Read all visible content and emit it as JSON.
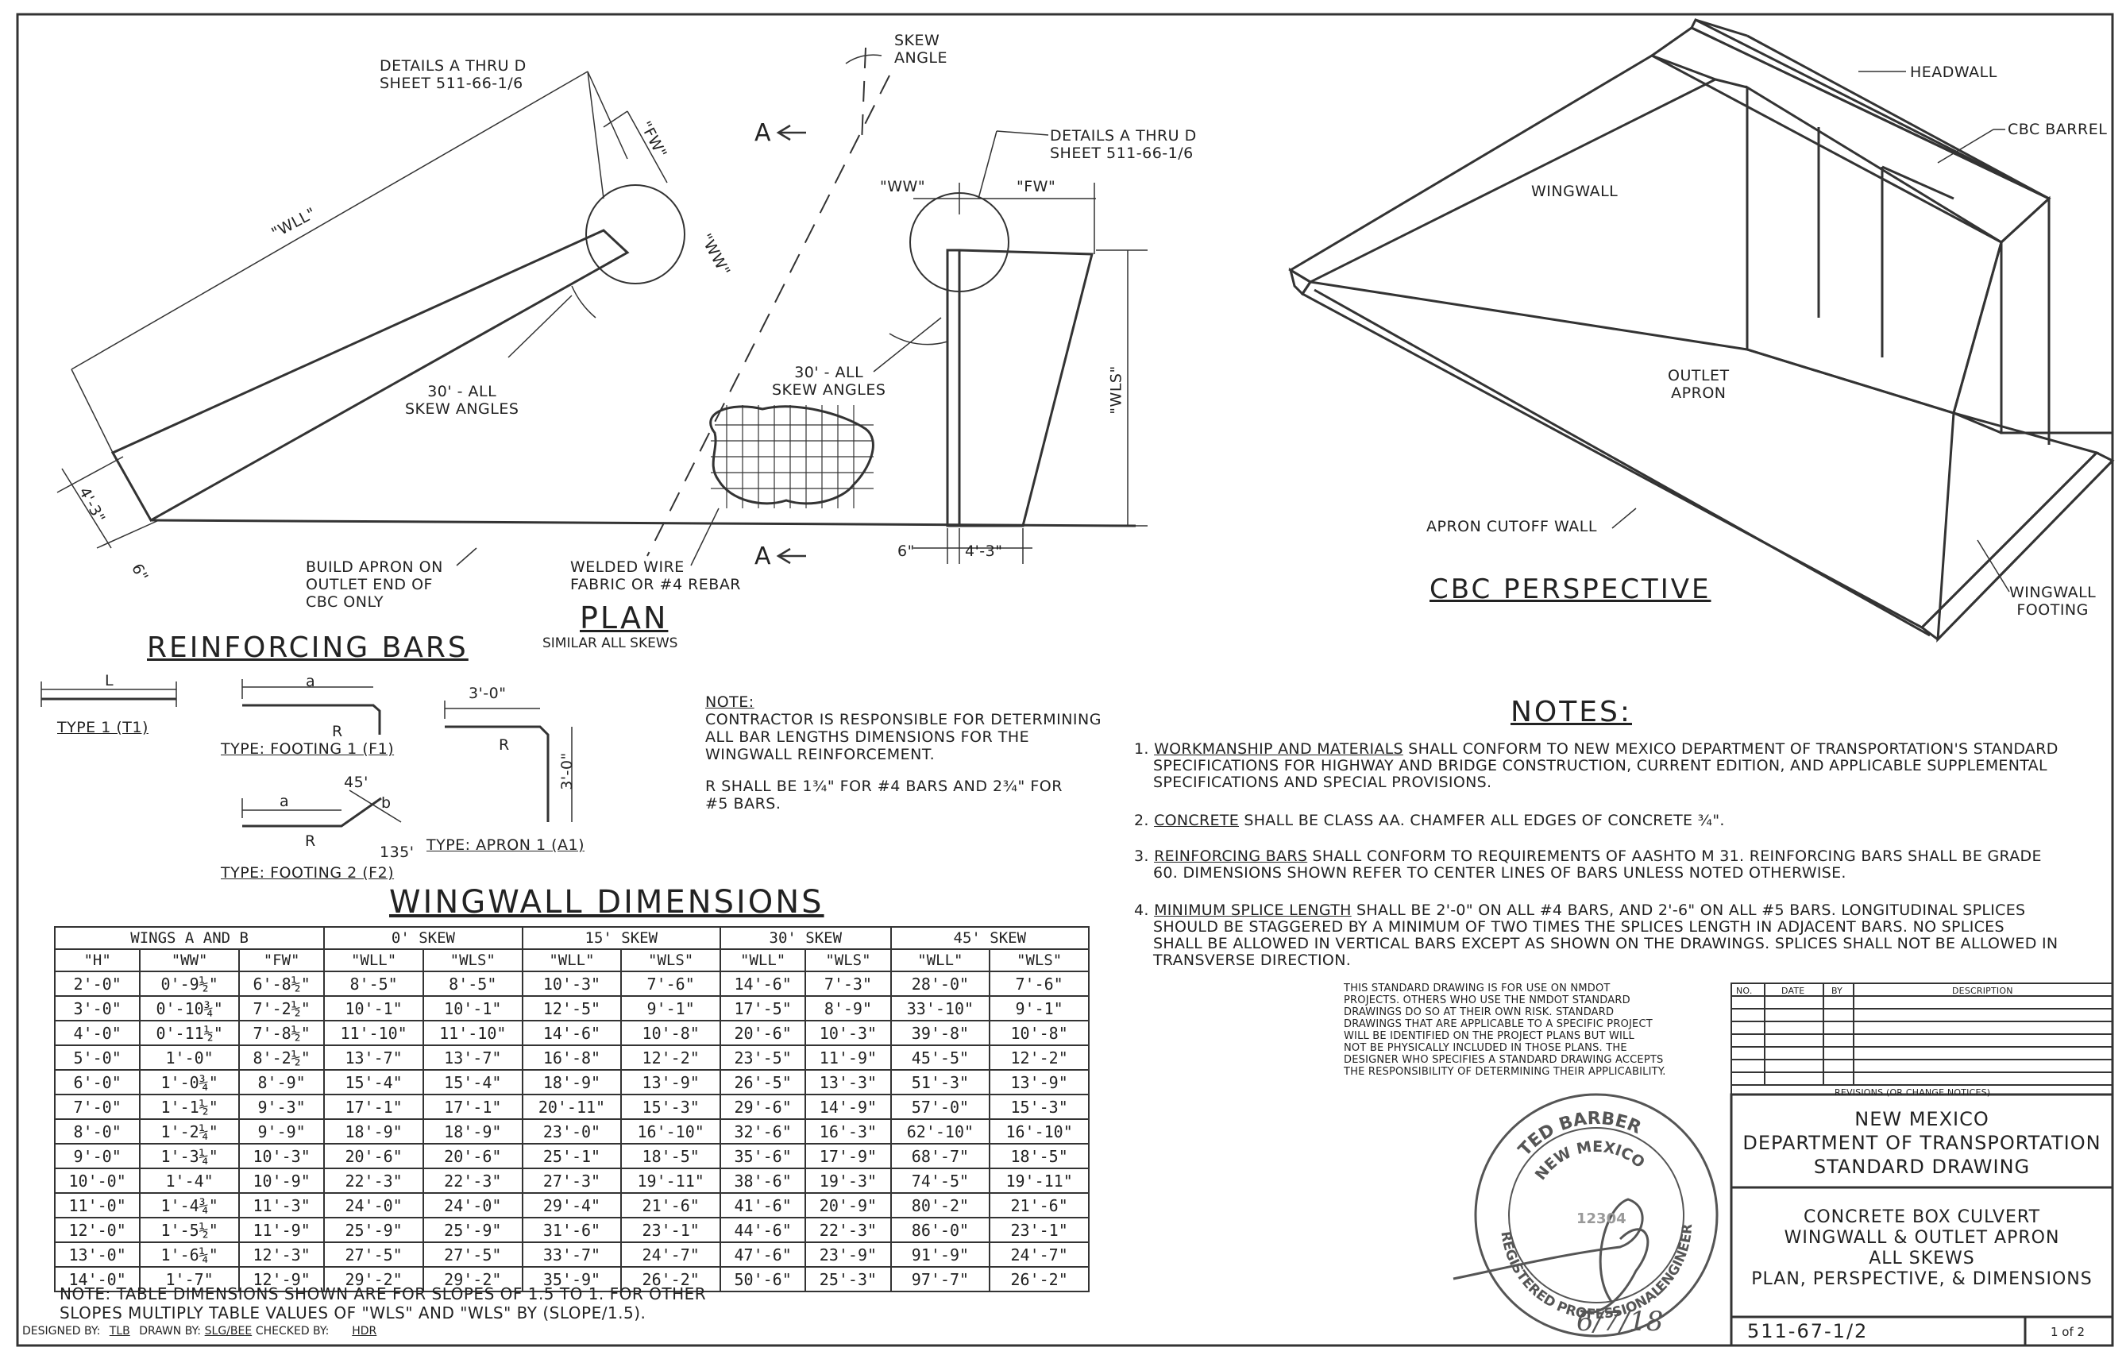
{
  "plan": {
    "skew_angle": [
      "SKEW",
      "ANGLE"
    ],
    "details_left": [
      "DETAILS A THRU D",
      "SHEET 511-66-1/6"
    ],
    "details_right": [
      "DETAILS A THRU D",
      "SHEET 511-66-1/6"
    ],
    "wll": "\"WLL\"",
    "fw_left": "\"FW\"",
    "ww_left": "\"WW\"",
    "ww_right": "\"WW\"",
    "fw_right": "\"FW\"",
    "wls": "\"WLS\"",
    "section_a": "A",
    "skew30_left": [
      "30' - ALL",
      "SKEW ANGLES"
    ],
    "skew30_right": [
      "30' - ALL",
      "SKEW ANGLES"
    ],
    "dim_4_3_left": "4'-3\"",
    "dim_6_left": "6\"",
    "dim_6_right": "6\"",
    "dim_4_3_right": "4'-3\"",
    "build_apron": [
      "BUILD APRON ON",
      "OUTLET END OF",
      "CBC ONLY"
    ],
    "welded_wire": [
      "WELDED WIRE",
      "FABRIC OR #4 REBAR"
    ],
    "title": "PLAN",
    "subtitle": "SIMILAR ALL SKEWS"
  },
  "perspective": {
    "headwall": "HEADWALL",
    "cbc_barrel": "CBC BARREL",
    "wingwall": "WINGWALL",
    "outlet_apron": [
      "OUTLET",
      "APRON"
    ],
    "apron_cutoff": "APRON CUTOFF WALL",
    "wingwall_footing": [
      "WINGWALL",
      "FOOTING"
    ],
    "title": "CBC PERSPECTIVE"
  },
  "reinforcing": {
    "title": "REINFORCING BARS",
    "t1_l": "L",
    "t1": "TYPE 1 (T1)",
    "f1_a": "a",
    "f1_r": "R",
    "f1": "TYPE: FOOTING 1 (F1)",
    "f2_a": "a",
    "f2_45": "45'",
    "f2_b": "b",
    "f2_r": "R",
    "f2_135": "135'",
    "f2": "TYPE: FOOTING 2 (F2)",
    "a1_top": "3'-0\"",
    "a1_r": "R",
    "a1_side": "3'-0\"",
    "a1": "TYPE: APRON 1 (A1)"
  },
  "contractor_note": {
    "head": "NOTE:",
    "lines": [
      "CONTRACTOR IS RESPONSIBLE FOR DETERMINING",
      "ALL BAR LENGTHS DIMENSIONS FOR THE",
      "WINGWALL REINFORCEMENT."
    ],
    "r_lines": [
      "R SHALL BE 1¾\" FOR #4 BARS AND 2¾\" FOR",
      "#5 BARS."
    ]
  },
  "notes": {
    "title": "NOTES:",
    "n1_num": "1.",
    "n1_head": "WORKMANSHIP AND MATERIALS",
    "n1_l1": " SHALL CONFORM TO NEW MEXICO DEPARTMENT OF TRANSPORTATION'S STANDARD",
    "n1_l2": "SPECIFICATIONS FOR HIGHWAY AND BRIDGE CONSTRUCTION, CURRENT EDITION, AND APPLICABLE SUPPLEMENTAL",
    "n1_l3": "SPECIFICATIONS AND SPECIAL PROVISIONS.",
    "n2_num": "2.",
    "n2_head": "CONCRETE",
    "n2_l1": " SHALL BE CLASS AA.  CHAMFER ALL EDGES OF CONCRETE ¾\".",
    "n3_num": "3.",
    "n3_head": "REINFORCING BARS",
    "n3_l1": " SHALL CONFORM TO REQUIREMENTS OF AASHTO M 31.  REINFORCING BARS SHALL BE GRADE",
    "n3_l2": "60. DIMENSIONS SHOWN REFER TO CENTER LINES OF BARS UNLESS NOTED OTHERWISE.",
    "n4_num": "4.",
    "n4_head": "MINIMUM SPLICE LENGTH",
    "n4_l1": " SHALL BE 2'-0\" ON ALL #4 BARS, AND 2'-6\" ON ALL #5 BARS.  LONGITUDINAL SPLICES",
    "n4_l2": "SHOULD BE STAGGERED BY A MINIMUM OF TWO TIMES THE SPLICES LENGTH IN ADJACENT BARS.  NO SPLICES",
    "n4_l3": "SHALL BE ALLOWED IN VERTICAL BARS EXCEPT AS SHOWN ON THE DRAWINGS. SPLICES SHALL NOT BE ALLOWED IN",
    "n4_l4": "TRANSVERSE DIRECTION."
  },
  "wingwall_table": {
    "title": "WINGWALL DIMENSIONS",
    "groups": [
      "WINGS A AND B",
      "0' SKEW",
      "15' SKEW",
      "30' SKEW",
      "45' SKEW"
    ],
    "columns": [
      "\"H\"",
      "\"WW\"",
      "\"FW\"",
      "\"WLL\"",
      "\"WLS\"",
      "\"WLL\"",
      "\"WLS\"",
      "\"WLL\"",
      "\"WLS\"",
      "\"WLL\"",
      "\"WLS\""
    ],
    "rows": [
      [
        "2'-0\"",
        "0'-9½\"",
        "6'-8½\"",
        "8'-5\"",
        "8'-5\"",
        "10'-3\"",
        "7'-6\"",
        "14'-6\"",
        "7'-3\"",
        "28'-0\"",
        "7'-6\""
      ],
      [
        "3'-0\"",
        "0'-10¾\"",
        "7'-2½\"",
        "10'-1\"",
        "10'-1\"",
        "12'-5\"",
        "9'-1\"",
        "17'-5\"",
        "8'-9\"",
        "33'-10\"",
        "9'-1\""
      ],
      [
        "4'-0\"",
        "0'-11½\"",
        "7'-8½\"",
        "11'-10\"",
        "11'-10\"",
        "14'-6\"",
        "10'-8\"",
        "20'-6\"",
        "10'-3\"",
        "39'-8\"",
        "10'-8\""
      ],
      [
        "5'-0\"",
        "1'-0\"",
        "8'-2½\"",
        "13'-7\"",
        "13'-7\"",
        "16'-8\"",
        "12'-2\"",
        "23'-5\"",
        "11'-9\"",
        "45'-5\"",
        "12'-2\""
      ],
      [
        "6'-0\"",
        "1'-0¾\"",
        "8'-9\"",
        "15'-4\"",
        "15'-4\"",
        "18'-9\"",
        "13'-9\"",
        "26'-5\"",
        "13'-3\"",
        "51'-3\"",
        "13'-9\""
      ],
      [
        "7'-0\"",
        "1'-1½\"",
        "9'-3\"",
        "17'-1\"",
        "17'-1\"",
        "20'-11\"",
        "15'-3\"",
        "29'-6\"",
        "14'-9\"",
        "57'-0\"",
        "15'-3\""
      ],
      [
        "8'-0\"",
        "1'-2¼\"",
        "9'-9\"",
        "18'-9\"",
        "18'-9\"",
        "23'-0\"",
        "16'-10\"",
        "32'-6\"",
        "16'-3\"",
        "62'-10\"",
        "16'-10\""
      ],
      [
        "9'-0\"",
        "1'-3¼\"",
        "10'-3\"",
        "20'-6\"",
        "20'-6\"",
        "25'-1\"",
        "18'-5\"",
        "35'-6\"",
        "17'-9\"",
        "68'-7\"",
        "18'-5\""
      ],
      [
        "10'-0\"",
        "1'-4\"",
        "10'-9\"",
        "22'-3\"",
        "22'-3\"",
        "27'-3\"",
        "19'-11\"",
        "38'-6\"",
        "19'-3\"",
        "74'-5\"",
        "19'-11\""
      ],
      [
        "11'-0\"",
        "1'-4¾\"",
        "11'-3\"",
        "24'-0\"",
        "24'-0\"",
        "29'-4\"",
        "21'-6\"",
        "41'-6\"",
        "20'-9\"",
        "80'-2\"",
        "21'-6\""
      ],
      [
        "12'-0\"",
        "1'-5½\"",
        "11'-9\"",
        "25'-9\"",
        "25'-9\"",
        "31'-6\"",
        "23'-1\"",
        "44'-6\"",
        "22'-3\"",
        "86'-0\"",
        "23'-1\""
      ],
      [
        "13'-0\"",
        "1'-6¼\"",
        "12'-3\"",
        "27'-5\"",
        "27'-5\"",
        "33'-7\"",
        "24'-7\"",
        "47'-6\"",
        "23'-9\"",
        "91'-9\"",
        "24'-7\""
      ],
      [
        "14'-0\"",
        "1'-7\"",
        "12'-9\"",
        "29'-2\"",
        "29'-2\"",
        "35'-9\"",
        "26'-2\"",
        "50'-6\"",
        "25'-3\"",
        "97'-7\"",
        "26'-2\""
      ]
    ],
    "note_l1": "NOTE: TABLE DIMENSIONS SHOWN ARE FOR SLOPES OF 1.5 TO 1. FOR OTHER",
    "note_l2": "SLOPES MULTIPLY TABLE VALUES OF \"WLS\" AND \"WLS\" BY (SLOPE/1.5)."
  },
  "signoff": {
    "designed_label": "DESIGNED BY:",
    "designed": "TLB",
    "drawn_label": "DRAWN BY:",
    "drawn": "SLG/BEE",
    "checked_label": "CHECKED BY:",
    "checked": "HDR"
  },
  "disclaimer": [
    "THIS STANDARD DRAWING IS FOR USE ON NMDOT",
    "PROJECTS. OTHERS WHO USE THE NMDOT STANDARD",
    "DRAWINGS DO SO AT THEIR OWN RISK. STANDARD",
    "DRAWINGS THAT ARE APPLICABLE TO A SPECIFIC PROJECT",
    "WILL BE IDENTIFIED ON THE PROJECT PLANS BUT WILL",
    "NOT BE PHYSICALLY INCLUDED IN THOSE PLANS. THE",
    "DESIGNER WHO SPECIFIES A STANDARD DRAWING ACCEPTS",
    "THE RESPONSIBILITY OF DETERMINING THEIR APPLICABILITY."
  ],
  "revisions": {
    "col_no": "NO.",
    "col_date": "DATE",
    "col_by": "BY",
    "col_desc": "DESCRIPTION",
    "caption": "REVISIONS (OR CHANGE NOTICES)"
  },
  "stamp": {
    "name": "TED BARBER",
    "state": "NEW MEXICO",
    "number": "12304",
    "registered": "REGISTERED",
    "professional": "PROFESSIONAL",
    "engineer": "ENGINEER",
    "date": "6/7/18"
  },
  "title_block": {
    "agency": [
      "NEW MEXICO",
      "DEPARTMENT OF TRANSPORTATION",
      "STANDARD DRAWING"
    ],
    "drawing": [
      "CONCRETE BOX CULVERT",
      "WINGWALL & OUTLET APRON",
      "ALL SKEWS",
      "PLAN, PERSPECTIVE, & DIMENSIONS"
    ],
    "number": "511-67-1/2",
    "sheet": "1 of 2"
  }
}
